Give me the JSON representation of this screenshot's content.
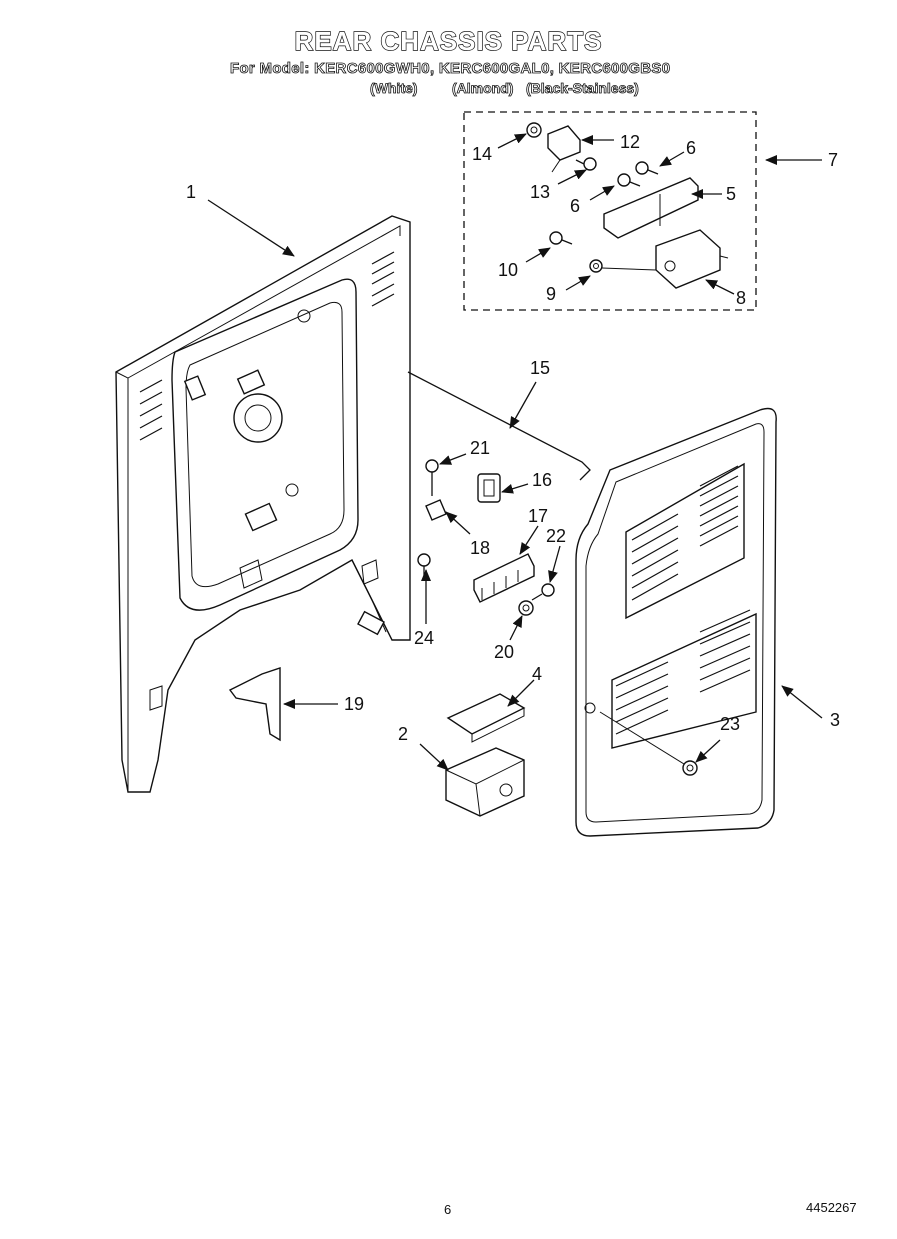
{
  "header": {
    "title": "REAR CHASSIS PARTS",
    "model_line": "For Model: KERC600GWH0, KERC600GAL0, KERC600GBS0",
    "colors": [
      "(White)",
      "(Almond)",
      "(Black-Stainless)"
    ]
  },
  "footer": {
    "page_number": "6",
    "document_number": "4452267"
  },
  "callouts": [
    "1",
    "2",
    "3",
    "4",
    "5",
    "6",
    "6",
    "7",
    "8",
    "9",
    "10",
    "12",
    "13",
    "14",
    "15",
    "16",
    "17",
    "18",
    "19",
    "20",
    "21",
    "22",
    "23",
    "24"
  ]
}
